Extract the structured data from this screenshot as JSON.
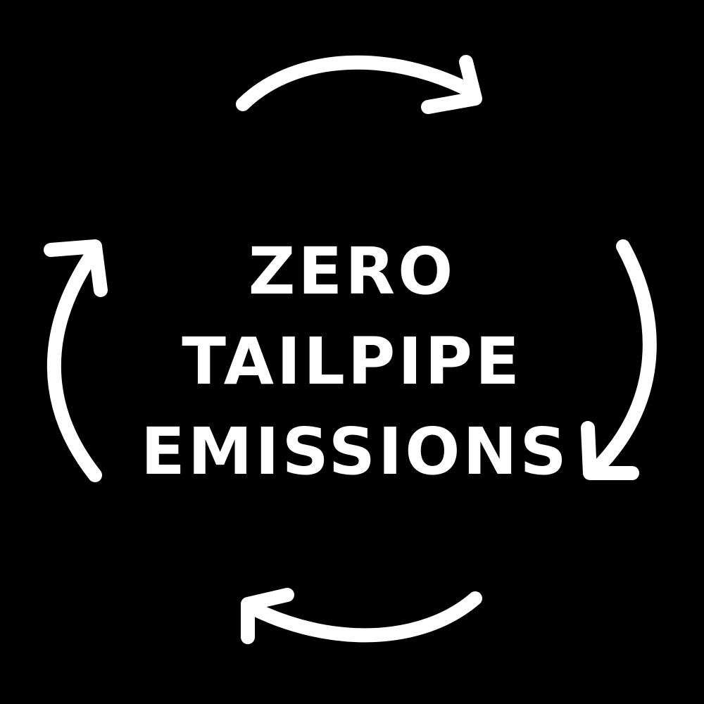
{
  "slogan": {
    "line1": "ZERO",
    "line2": "TAILPIPE",
    "line3": "EMISSIONS"
  },
  "colors": {
    "background": "#000000",
    "foreground": "#ffffff"
  },
  "icons": [
    "arrow-top-icon",
    "arrow-right-icon",
    "arrow-bottom-icon",
    "arrow-left-icon"
  ]
}
